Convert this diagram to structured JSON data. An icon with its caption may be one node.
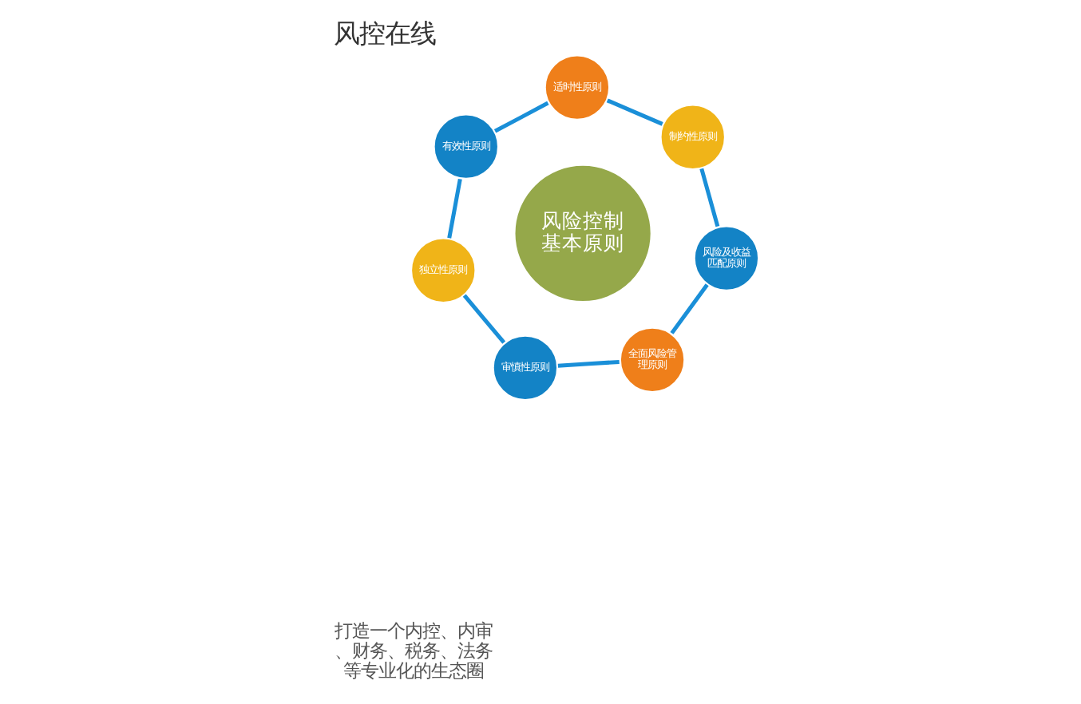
{
  "diagram": {
    "title": "风控在线",
    "nodes": [
      {
        "text": [
          "风险控制基本原则"
        ]
      },
      {
        "text": [
          "风险及收益匹配原则"
        ]
      },
      {
        "text": [
          "制约性原则"
        ]
      },
      {
        "text": [
          "适时性原则"
        ]
      },
      {
        "text": [
          "有效性原则"
        ]
      },
      {
        "text": [
          "独立性原则"
        ]
      },
      {
        "text": [
          "审慎性原则"
        ]
      },
      {
        "text": [
          "全面风险管理原则"
        ]
      }
    ],
    "edges": [
      {
        "from": 1,
        "to": 2,
        "arrow": "none"
      },
      {
        "from": 2,
        "to": 3,
        "arrow": "none"
      },
      {
        "from": 3,
        "to": 4,
        "arrow": "none"
      },
      {
        "from": 4,
        "to": 5,
        "arrow": "none"
      },
      {
        "from": 5,
        "to": 6,
        "arrow": "none"
      },
      {
        "from": 6,
        "to": 7,
        "arrow": "none"
      },
      {
        "from": 7,
        "to": 1,
        "arrow": "none"
      }
    ],
    "labels": [
      "打造一个内控、内审、财务、税务、法务等专业化的生态圈"
    ]
  }
}
